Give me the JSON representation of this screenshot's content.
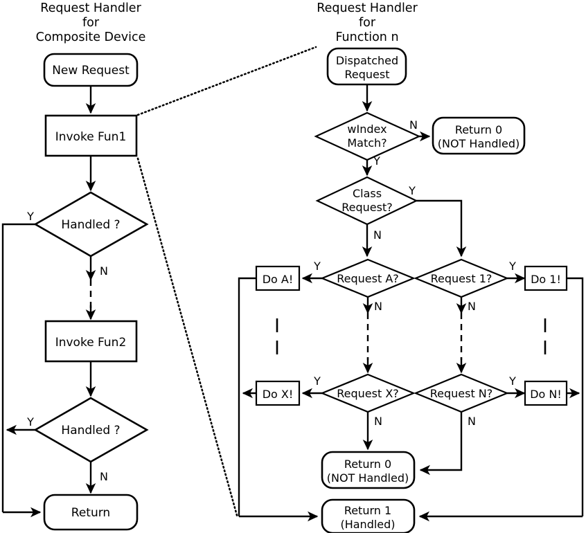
{
  "diagram": {
    "type": "flowchart",
    "title_left": {
      "line1": "Request Handler",
      "line2": "for",
      "line3": "Composite Device"
    },
    "title_right": {
      "line1": "Request Handler",
      "line2": "for",
      "line3": "Function n"
    },
    "left_flow": {
      "new_request": "New Request",
      "invoke_fun1": "Invoke Fun1",
      "handled_1": "Handled ?",
      "handled_1_yes": "Y",
      "handled_1_no": "N",
      "invoke_fun2": "Invoke Fun2",
      "handled_2": "Handled ?",
      "handled_2_yes": "Y",
      "handled_2_no": "N",
      "return": "Return"
    },
    "right_flow": {
      "dispatched_request_l1": "Dispatched",
      "dispatched_request_l2": "Request",
      "windex_match_l1": "wIndex",
      "windex_match_l2": "Match?",
      "windex_no": "N",
      "windex_yes": "Y",
      "return0_top_l1": "Return 0",
      "return0_top_l2": "(NOT Handled)",
      "class_request_l1": "Class",
      "class_request_l2": "Request?",
      "class_yes": "Y",
      "class_no": "N",
      "request_a": "Request A?",
      "request_a_yes": "Y",
      "request_a_no": "N",
      "do_a": "Do A!",
      "request_x": "Request X?",
      "request_x_yes": "Y",
      "request_x_no": "N",
      "do_x": "Do X!",
      "request_1": "Request 1?",
      "request_1_yes": "Y",
      "request_1_no": "N",
      "do_1": "Do 1!",
      "request_n": "Request N?",
      "request_n_yes": "Y",
      "request_n_no": "N",
      "do_n": "Do N!",
      "return0_bottom_l1": "Return 0",
      "return0_bottom_l2": "(NOT Handled)",
      "return1_l1": "Return 1",
      "return1_l2": "(Handled)"
    },
    "colors": {
      "stroke": "#000000",
      "fill": "#ffffff",
      "background": "#ffffff"
    }
  }
}
